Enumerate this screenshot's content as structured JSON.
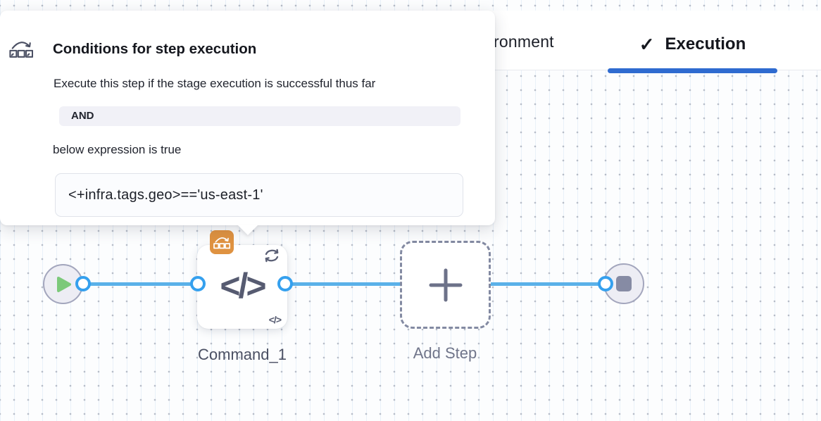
{
  "popover": {
    "title": "Conditions for step execution",
    "subtitle": "Execute this step if the stage execution is successful thus far",
    "operator": "AND",
    "expression_label": "below expression is true",
    "expression": "<+infra.tags.geo>=='us-east-1'"
  },
  "tabs": {
    "environment_label": "ronment",
    "execution_label": "Execution",
    "check_icon": "✓"
  },
  "pipeline": {
    "command_step_label": "Command_1",
    "add_step_label": "Add Step",
    "code_glyph": "</>",
    "mini_code_glyph": "</>"
  },
  "colors": {
    "tab_underline_blue": "#2f6bd0",
    "connector_blue": "#5ab1e9",
    "ring_blue": "#35a0ee",
    "condition_badge_orange": "#df9241",
    "play_green": "#7cc97a",
    "node_fill": "#ededf4",
    "slate_icon": "#565b71"
  }
}
